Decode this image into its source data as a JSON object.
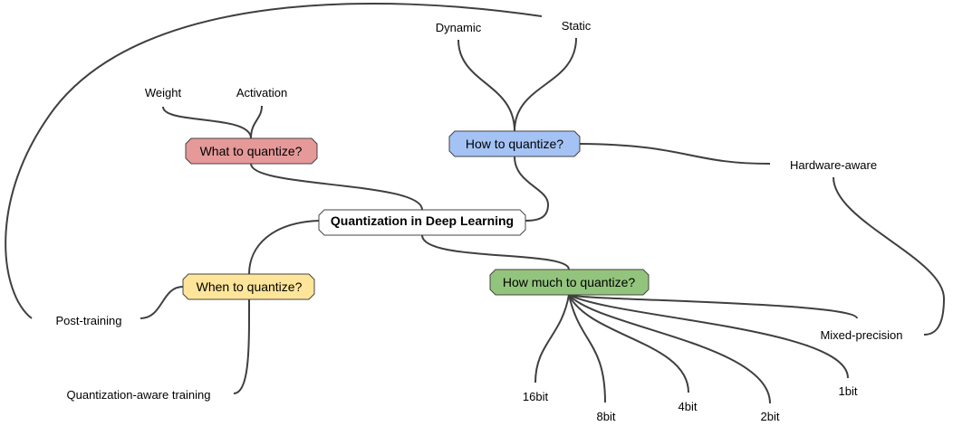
{
  "root": {
    "label": "Quantization in Deep Learning"
  },
  "branches": {
    "what": {
      "label": "What to quantize?",
      "color": "#e69999",
      "children": [
        "Weight",
        "Activation"
      ]
    },
    "how": {
      "label": "How to quantize?",
      "color": "#a4c2f4",
      "children": [
        "Dynamic",
        "Static",
        "Hardware-aware"
      ]
    },
    "when": {
      "label": "When to quantize?",
      "color": "#ffe599",
      "children": [
        "Post-training",
        "Quantization-aware training"
      ]
    },
    "much": {
      "label": "How much to quantize?",
      "color": "#93c47d",
      "children": [
        "16bit",
        "8bit",
        "4bit",
        "2bit",
        "1bit",
        "Mixed-precision"
      ]
    }
  }
}
